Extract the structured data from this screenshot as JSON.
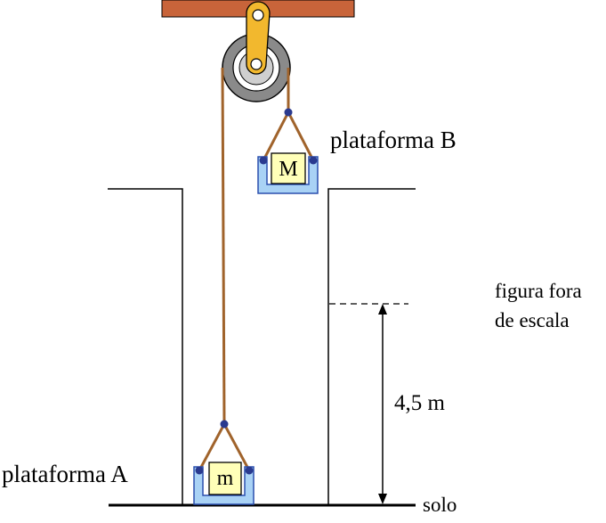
{
  "labels": {
    "platform_b": "plataforma B",
    "platform_a": "plataforma A",
    "scale_note_line1": "figura fora",
    "scale_note_line2": "de escala",
    "height": "4,5 m",
    "ground": "solo"
  },
  "masses": {
    "top": "M",
    "bottom": "m"
  },
  "colors": {
    "ceiling": "#c8643a",
    "bracket": "#f2b82e",
    "pulley_outer": "#8a8a8a",
    "pulley_inner": "#cfcfcf",
    "rope": "#a0632b",
    "knot": "#2a3a8f",
    "platform": "#a9d2f5",
    "platform_border": "#2a4fae",
    "block": "#ffffb8"
  }
}
